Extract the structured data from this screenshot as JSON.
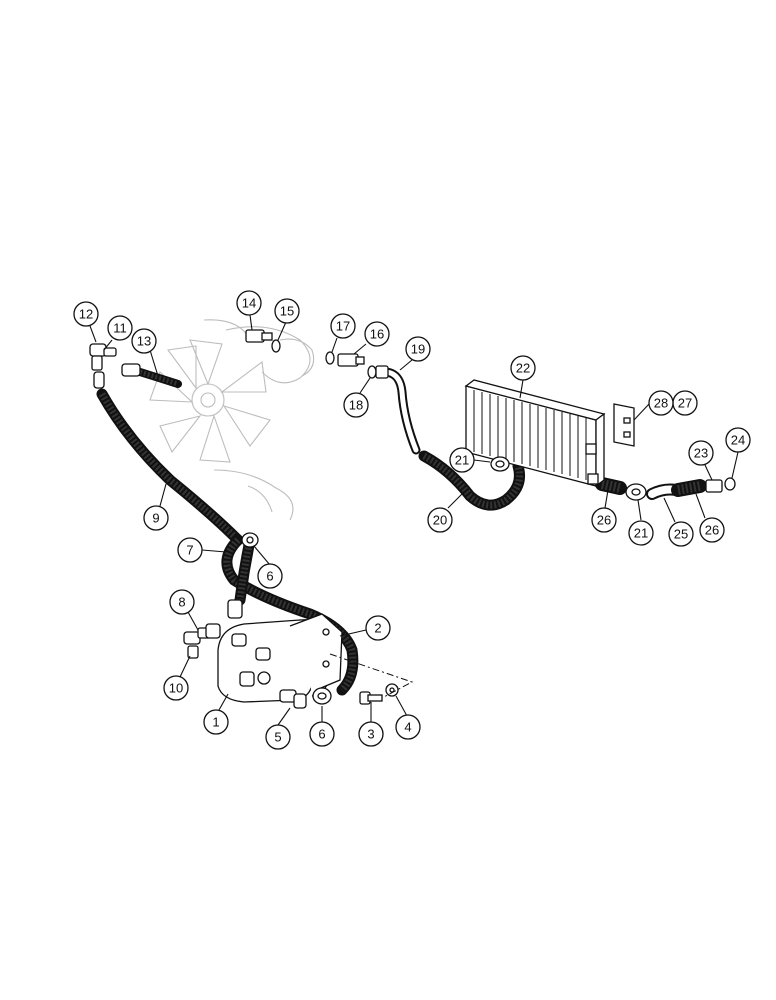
{
  "callouts": [
    {
      "label": "1"
    },
    {
      "label": "2"
    },
    {
      "label": "3"
    },
    {
      "label": "4"
    },
    {
      "label": "5"
    },
    {
      "label": "6"
    },
    {
      "label": "6"
    },
    {
      "label": "7"
    },
    {
      "label": "8"
    },
    {
      "label": "9"
    },
    {
      "label": "10"
    },
    {
      "label": "11"
    },
    {
      "label": "12"
    },
    {
      "label": "13"
    },
    {
      "label": "14"
    },
    {
      "label": "15"
    },
    {
      "label": "16"
    },
    {
      "label": "17"
    },
    {
      "label": "18"
    },
    {
      "label": "19"
    },
    {
      "label": "20"
    },
    {
      "label": "21"
    },
    {
      "label": "21"
    },
    {
      "label": "22"
    },
    {
      "label": "23"
    },
    {
      "label": "24"
    },
    {
      "label": "25"
    },
    {
      "label": "26"
    },
    {
      "label": "26"
    },
    {
      "label": "27"
    },
    {
      "label": "28"
    }
  ]
}
